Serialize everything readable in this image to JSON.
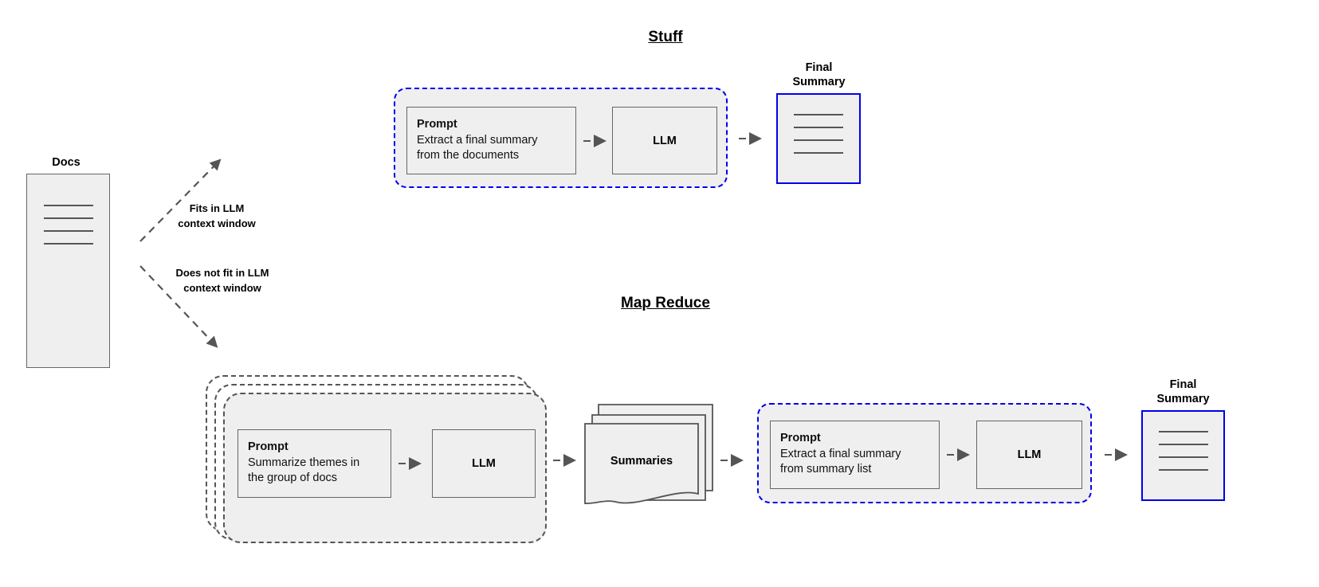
{
  "diagram": {
    "sections": [
      {
        "id": "stuff",
        "title": "Stuff"
      },
      {
        "id": "map_reduce",
        "title": "Map Reduce"
      }
    ],
    "source": {
      "caption": "Docs",
      "line_count": 4
    },
    "branches": [
      {
        "id": "fits",
        "label_line1": "Fits in LLM",
        "label_line2": "context window",
        "direction": "up-right"
      },
      {
        "id": "not_fits",
        "label_line1": "Does not fit in LLM",
        "label_line2": "context window",
        "direction": "down-right"
      }
    ],
    "stuff": {
      "prompt": {
        "heading": "Prompt",
        "body_line1": "Extract a final summary",
        "body_line2": "from the documents"
      },
      "llm": {
        "label": "LLM"
      },
      "final_summary": {
        "caption_line1": "Final",
        "caption_line2": "Summary",
        "line_count": 4
      }
    },
    "map_reduce": {
      "map_stage": {
        "stack_count": 3,
        "prompt": {
          "heading": "Prompt",
          "body_line1": "Summarize themes in",
          "body_line2": "the group of docs"
        },
        "llm": {
          "label": "LLM"
        }
      },
      "summaries": {
        "label": "Summaries",
        "stack_count": 3
      },
      "reduce_stage": {
        "prompt": {
          "heading": "Prompt",
          "body_line1": "Extract a final summary",
          "body_line2": "from summary list"
        },
        "llm": {
          "label": "LLM"
        }
      },
      "final_summary": {
        "caption_line1": "Final",
        "caption_line2": "Summary",
        "line_count": 4
      }
    },
    "colors": {
      "accent_blue": "#0000ee",
      "node_fill": "#efefef",
      "node_stroke": "#666666",
      "dash_gray": "#555555",
      "text": "#000000"
    }
  }
}
